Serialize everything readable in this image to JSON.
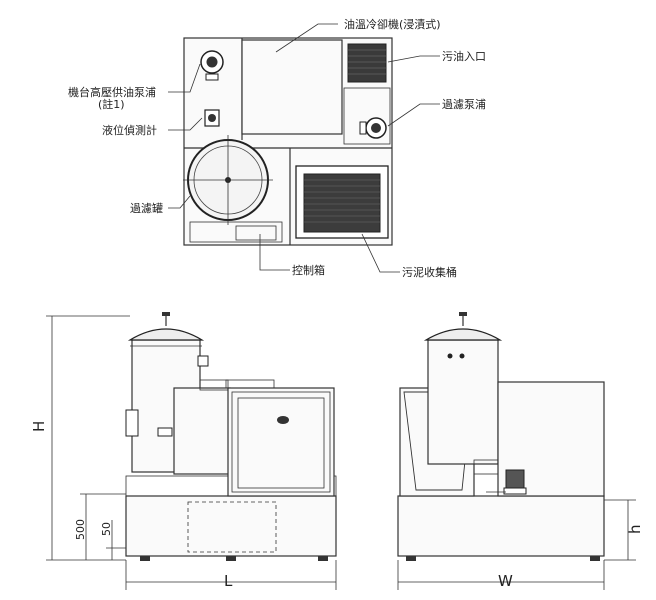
{
  "top_view": {
    "labels": {
      "oil_cooler": "油溫冷卻機(浸漬式)",
      "dirty_oil_inlet": "污油入口",
      "filter_pump": "過濾泵浦",
      "high_pressure_pump_line1": "機台高壓供油泵浦",
      "high_pressure_pump_line2": "(註1)",
      "level_gauge": "液位偵測計",
      "filter_tank": "過濾罐",
      "control_box": "控制箱",
      "sludge_bin": "污泥收集桶"
    }
  },
  "dimensions": {
    "height": "H",
    "length": "L",
    "width": "W",
    "h_small": "h",
    "d500": "500",
    "d50": "50"
  }
}
